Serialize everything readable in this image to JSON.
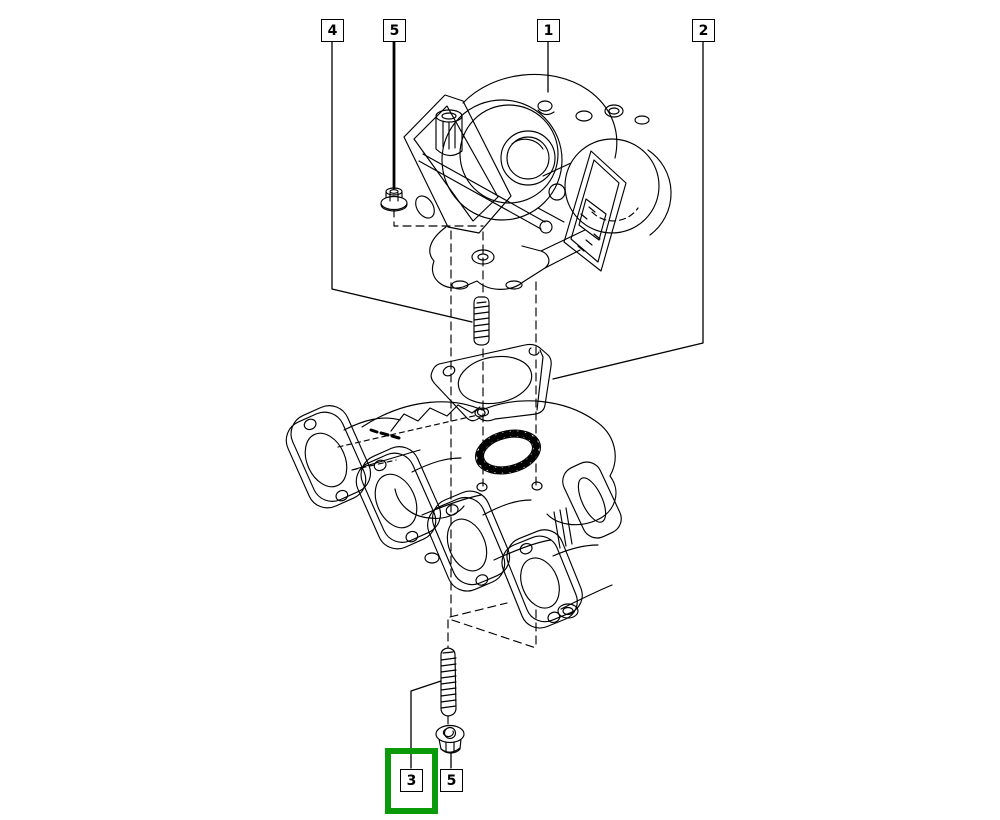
{
  "page": {
    "background": "#ffffff",
    "line_color": "#000000",
    "highlight_color": "#0a9a0a"
  },
  "diagram": {
    "type": "exploded-parts-diagram",
    "callouts": {
      "c4": {
        "label": "4"
      },
      "c5_top": {
        "label": "5"
      },
      "c1": {
        "label": "1"
      },
      "c2": {
        "label": "2"
      },
      "c3": {
        "label": "3",
        "highlighted": true
      },
      "c5_bottom": {
        "label": "5"
      }
    },
    "figures": [
      {
        "name": "turbocharger-drawing",
        "callout": "1"
      },
      {
        "name": "gasket-drawing",
        "callout": "2"
      },
      {
        "name": "long-stud-drawing",
        "callout": "3"
      },
      {
        "name": "short-stud-drawing",
        "callout": "4"
      },
      {
        "name": "flange-nut-top-drawing",
        "callout": "5"
      },
      {
        "name": "flange-nut-bottom-drawing",
        "callout": "5"
      },
      {
        "name": "exhaust-manifold-drawing",
        "callout": ""
      }
    ]
  }
}
